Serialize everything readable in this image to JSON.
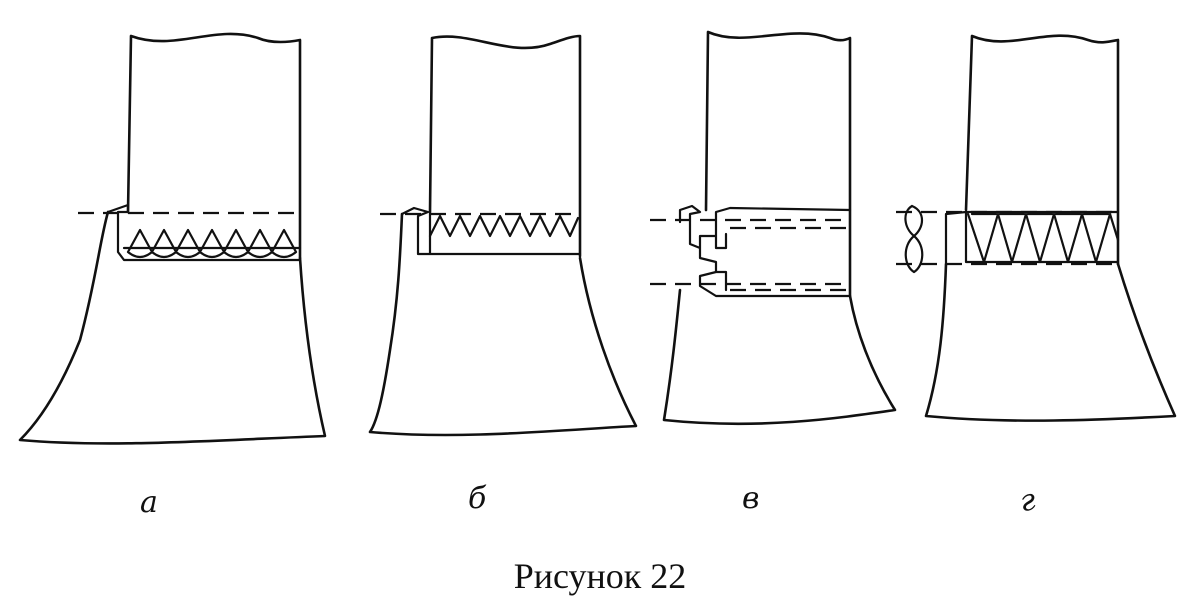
{
  "caption": "Рисунок 22",
  "panels": [
    {
      "id": "a",
      "label": "а"
    },
    {
      "id": "b",
      "label": "б"
    },
    {
      "id": "v",
      "label": "в"
    },
    {
      "id": "g",
      "label": "г"
    }
  ]
}
